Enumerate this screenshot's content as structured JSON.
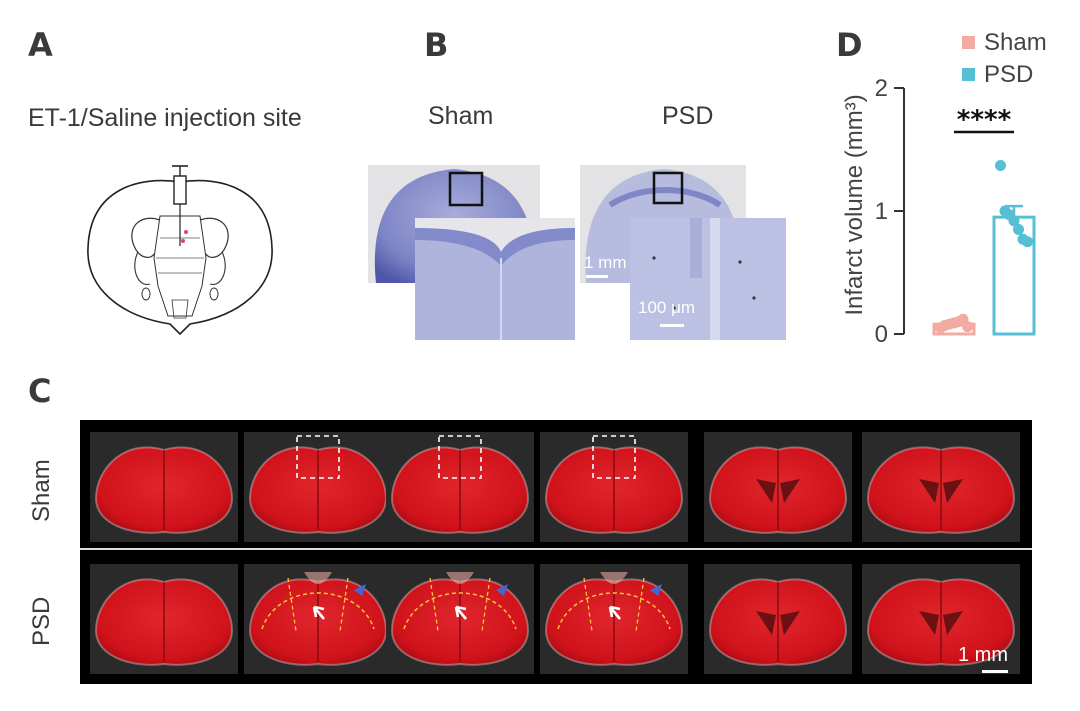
{
  "panels": {
    "a": {
      "letter": "A",
      "caption": "ET-1/Saline injection site"
    },
    "b": {
      "letter": "B",
      "sham_label": "Sham",
      "psd_label": "PSD",
      "scale_big": "1 mm",
      "scale_small": "100 μm"
    },
    "c": {
      "letter": "C",
      "row_labels": [
        "Sham",
        "PSD"
      ],
      "scale_label": "1 mm"
    },
    "d": {
      "letter": "D"
    }
  },
  "colors": {
    "sham": "#f2aba2",
    "psd": "#56bfd4",
    "nissl": "#6f79c0",
    "ttc_red": "#d0121b",
    "infarct_pale": "#f2b0a8"
  },
  "chart_data": {
    "type": "bar",
    "categories": [
      "Sham",
      "PSD"
    ],
    "ylabel": "Infarct volume (mm³)",
    "ylim": [
      0,
      2
    ],
    "yticks": [
      0,
      1,
      2
    ],
    "legend": {
      "position": "top-right",
      "entries": [
        "Sham",
        "PSD"
      ]
    },
    "series": [
      {
        "name": "Sham",
        "mean": 0.08,
        "sem": 0.02,
        "points": [
          0.05,
          0.07,
          0.08,
          0.09,
          0.1,
          0.12,
          0.06
        ]
      },
      {
        "name": "PSD",
        "mean": 0.95,
        "sem": 0.09,
        "points": [
          1.37,
          1.0,
          0.97,
          0.92,
          0.85,
          0.77,
          0.75
        ]
      }
    ],
    "significance": "****"
  }
}
